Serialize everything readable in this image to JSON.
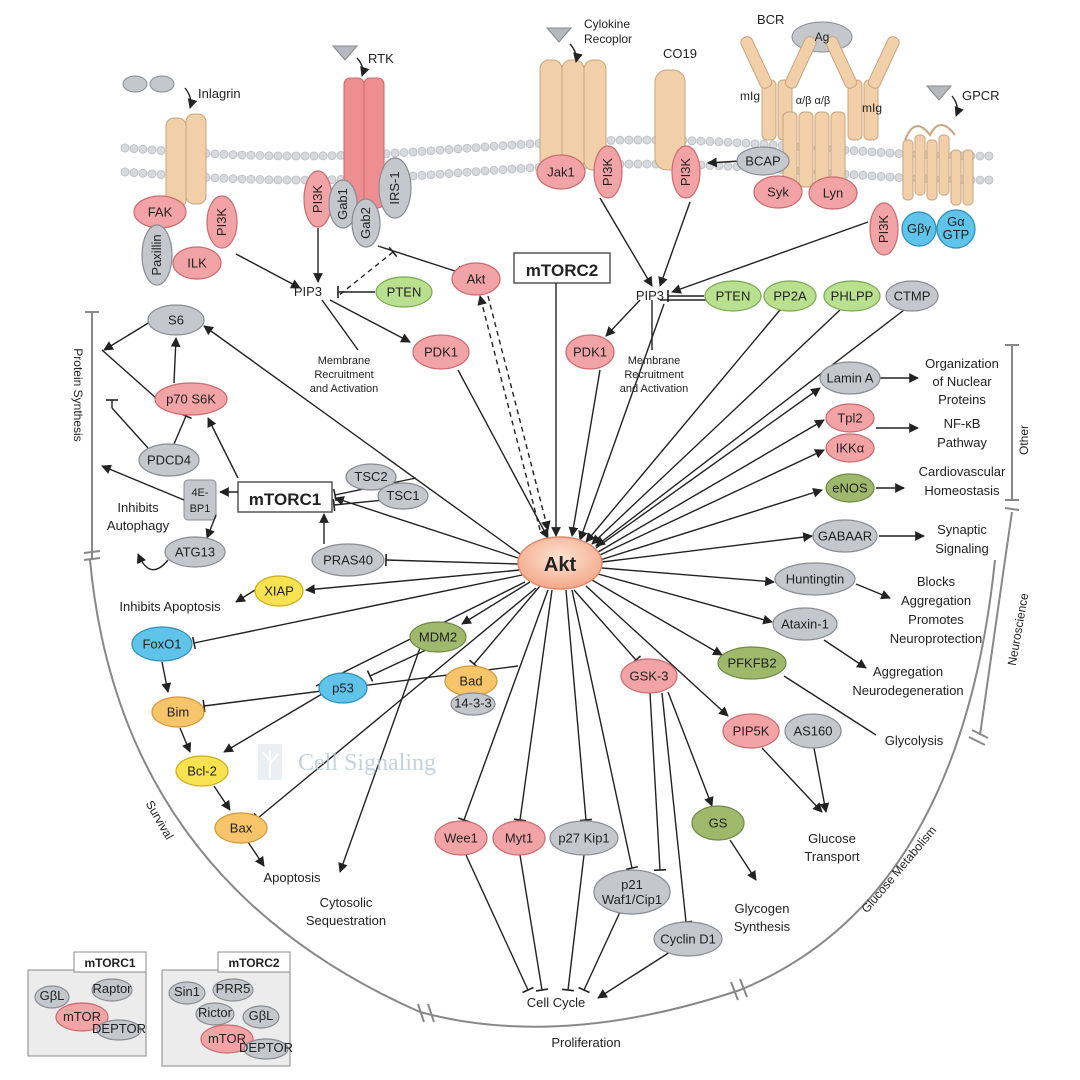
{
  "receptors": {
    "integrin": "Inlagrin",
    "rtk": "RTK",
    "cytokine_line1": "Cylokine",
    "cytokine_line2": "Recoplor",
    "cd19": "CO19",
    "bcr": "BCR",
    "ag": "Ag",
    "mig_left": "mIg",
    "mig_center": "α/β α/β",
    "mig_right": "mIg",
    "gpcr": "GPCR"
  },
  "membrane_nodes": {
    "fak": "FAK",
    "paxillin": "Paxillin",
    "ilk": "ILK",
    "pi3k_integrin": "PI3K",
    "pi3k_rtk": "PI3K",
    "gab1": "Gab1",
    "gab2": "Gab2",
    "irs1": "IRS-1",
    "jak1": "Jak1",
    "pi3k_cytokine": "PI3K",
    "pi3k_cd19": "PI3K",
    "bcap": "BCAP",
    "syk": "Syk",
    "lyn": "Lyn",
    "pi3k_gpcr": "PI3K",
    "gbg": "Gβγ",
    "ga_gtp_1": "Gα",
    "ga_gtp_2": "GTP"
  },
  "upper": {
    "pip3_left": "PIP3",
    "pten_left": "PTEN",
    "akt_small": "Akt",
    "mtorc2_box": "mTORC2",
    "pip3_right": "PIP3",
    "pten_right": "PTEN",
    "pp2a": "PP2A",
    "phlpp": "PHLPP",
    "ctmp": "CTMP",
    "pdk1_left": "PDK1",
    "pdk1_right": "PDK1",
    "membrane_left_1": "Membrane",
    "membrane_left_2": "Recruitment",
    "membrane_left_3": "and Activation",
    "membrane_right_1": "Membrane",
    "membrane_right_2": "Recruitment",
    "membrane_right_3": "and Activation"
  },
  "left": {
    "s6": "S6",
    "p70s6k": "p70 S6K",
    "pdcd4": "PDCD4",
    "bp1_line1": "4E-",
    "bp1_line2": "BP1",
    "mtorc1_box": "mTORC1",
    "tsc2": "TSC2",
    "tsc1": "TSC1",
    "inhibits_autophagy_1": "Inhibits",
    "inhibits_autophagy_2": "Autophagy",
    "atg13": "ATG13",
    "pras40": "PRAS40",
    "protein_synthesis": "Protein Synthesis"
  },
  "center": {
    "akt": "Akt"
  },
  "survival": {
    "xiap": "XIAP",
    "inhibits_apoptosis": "Inhibits Apoptosis",
    "foxo1": "FoxO1",
    "mdm2": "MDM2",
    "p53": "p53",
    "bim": "Bim",
    "bcl2": "Bcl-2",
    "bax": "Bax",
    "apoptosis": "Apoptosis",
    "bad": "Bad",
    "p1433": "14-3-3",
    "cytosolic_1": "Cytosolic",
    "cytosolic_2": "Sequestration",
    "survival_label": "Survival"
  },
  "cell_cycle": {
    "wee1": "Wee1",
    "myt1": "Myt1",
    "p27": "p27 Kip1",
    "p21_line1": "p21",
    "p21_line2": "Waf1/Cip1",
    "cyclin_d1": "Cyclin D1",
    "cell_cycle_label": "Cell Cycle",
    "proliferation": "Proliferation"
  },
  "metabolism": {
    "gsk3": "GSK-3",
    "gs": "GS",
    "glycogen_1": "Glycogen",
    "glycogen_2": "Synthesis",
    "pip5k": "PIP5K",
    "as160": "AS160",
    "glucose_1": "Glucose",
    "glucose_2": "Transport",
    "pfkfb2": "PFKFB2",
    "glycolysis": "Glycolysis",
    "glucose_metabolism": "Glucose Metabolism"
  },
  "right": {
    "lamin_a": "Lamin A",
    "org_1": "Organization",
    "org_2": "of Nuclear",
    "org_3": "Proteins",
    "tpl2": "Tpl2",
    "ikka": "IKKα",
    "nfkb_1": "NF-κB",
    "nfkb_2": "Pathway",
    "enos": "eNOS",
    "cardio_1": "Cardiovascular",
    "cardio_2": "Homeostasis",
    "other_label": "Other",
    "gabaar": "GABAAR",
    "synaptic_1": "Synaptic",
    "synaptic_2": "Signaling",
    "huntingtin": "Huntingtin",
    "blocks_1": "Blocks",
    "blocks_2": "Aggregation",
    "blocks_3": "Promotes",
    "blocks_4": "Neuroprotection",
    "ataxin": "Ataxin-1",
    "aggr_1": "Aggregation",
    "aggr_2": "Neurodegeneration",
    "neuroscience_label": "Neuroscience"
  },
  "insets": {
    "mtorc1_title": "mTORC1",
    "m1_gbl": "GβL",
    "m1_raptor": "Raptor",
    "m1_mtor": "mTOR",
    "m1_deptor": "DEPTOR",
    "mtorc2_title": "mTORC2",
    "m2_sin1": "Sin1",
    "m2_prr5": "PRR5",
    "m2_rictor": "Rictor",
    "m2_gbl": "GβL",
    "m2_mtor": "mTOR",
    "m2_deptor": "DEPTOR"
  },
  "watermark": {
    "text": "Cell Signaling"
  },
  "colors": {
    "red": "#f2a3a6",
    "red_stroke": "#c96a6e",
    "gray": "#c4c7cc",
    "gray_stroke": "#888c92",
    "green": "#b9e08e",
    "green_stroke": "#79a84f",
    "olive": "#9fb96c",
    "blue": "#5fc3ea",
    "blue_stroke": "#2d8fb8",
    "yellow": "#f7e24f",
    "orange": "#f6c56a",
    "akt": "#f9c7ad",
    "receptor_tan": "#f1cfa8",
    "rtk_red": "#ef8e91",
    "membrane": "#d7d9dc"
  }
}
